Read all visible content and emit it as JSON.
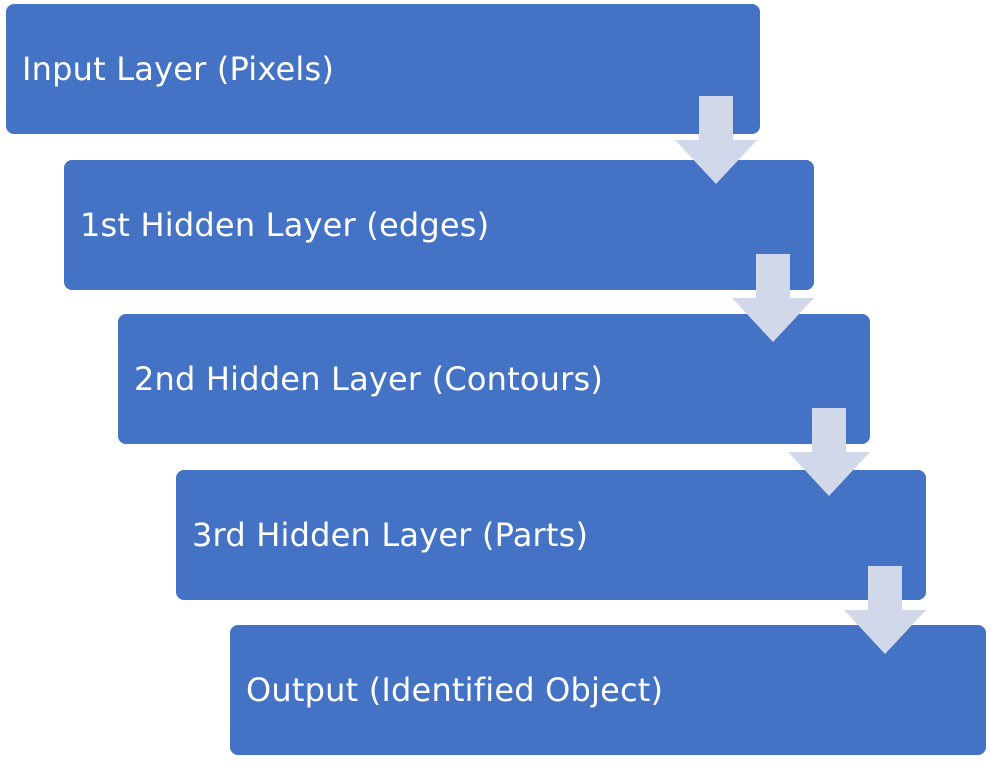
{
  "diagram": {
    "steps": [
      {
        "label": "Input Layer (Pixels)"
      },
      {
        "label": "1st Hidden Layer  (edges)"
      },
      {
        "label": "2nd Hidden Layer (Contours)"
      },
      {
        "label": "3rd Hidden Layer  (Parts)"
      },
      {
        "label": "Output  (Identified Object)"
      }
    ],
    "colors": {
      "box_fill": "#4472c4",
      "box_text": "#ffffff",
      "arrow_fill": "#d0d8ea"
    },
    "arrow_icon": "down-arrow-icon"
  }
}
